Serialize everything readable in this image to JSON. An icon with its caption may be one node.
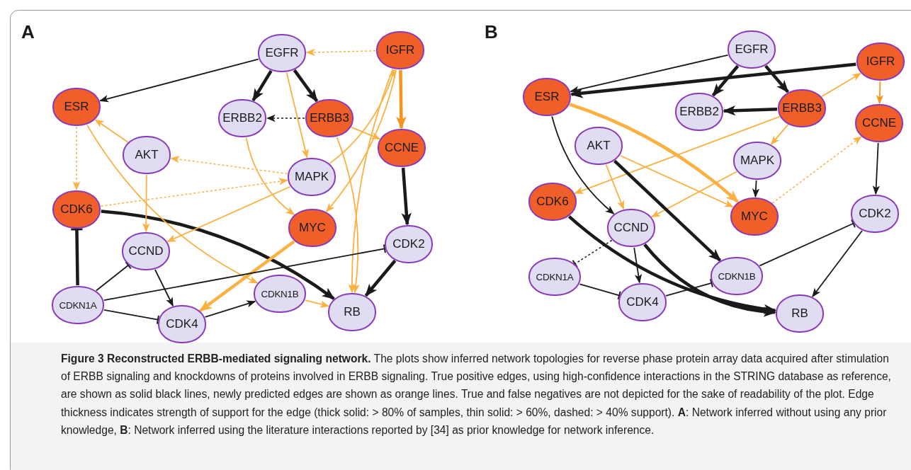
{
  "diagram": {
    "caption": "**Figure 3 Reconstructed ERBB-mediated signaling network.** The plots show inferred network topologies for reverse phase protein array data acquired after stimulation of ERBB signaling and knockdowns of proteins involved in ERBB signaling. True positive edges, using high-confidence interactions in the STRING database as reference, are shown as solid black lines, newly predicted edges are shown as orange lines. True and false negatives are not depicted for the sake of readability of the plot. Edge thickness indicates strength of support for the edge (thick solid: > 80% of samples, thin solid: > 60%, dashed: > 40% support). **A**: Network inferred without using any prior knowledge, **B**: Network inferred using the literature interactions reported by [34] as prior knowledge for network inference.",
    "labels": [
      "A",
      "B"
    ],
    "nodes": [
      {
        "text": [
          "EGFR"
        ]
      },
      {
        "text": [
          "IGFR"
        ]
      },
      {
        "text": [
          "ESR"
        ]
      },
      {
        "text": [
          "ERBB2"
        ]
      },
      {
        "text": [
          "ERBB3"
        ]
      },
      {
        "text": [
          "CCNE"
        ]
      },
      {
        "text": [
          "AKT"
        ]
      },
      {
        "text": [
          "MAPK"
        ]
      },
      {
        "text": [
          "CDK6"
        ]
      },
      {
        "text": [
          "MYC"
        ]
      },
      {
        "text": [
          "CDK2"
        ]
      },
      {
        "text": [
          "CCND"
        ]
      },
      {
        "text": [
          "CDKN1B"
        ]
      },
      {
        "text": [
          "CDKN1A"
        ]
      },
      {
        "text": [
          "RB"
        ]
      },
      {
        "text": [
          "CDK4"
        ]
      },
      {
        "text": [
          "EGFR"
        ]
      },
      {
        "text": [
          "IGFR"
        ]
      },
      {
        "text": [
          "ESR"
        ]
      },
      {
        "text": [
          "ERBB3"
        ]
      },
      {
        "text": [
          "ERBB2"
        ]
      },
      {
        "text": [
          "CCNE"
        ]
      },
      {
        "text": [
          "AKT"
        ]
      },
      {
        "text": [
          "MAPK"
        ]
      },
      {
        "text": [
          "CDK6"
        ]
      },
      {
        "text": [
          "CDK2"
        ]
      },
      {
        "text": [
          "MYC"
        ]
      },
      {
        "text": [
          "CCND"
        ]
      },
      {
        "text": [
          "CDKN1B"
        ]
      },
      {
        "text": [
          "CDKN1A"
        ]
      },
      {
        "text": [
          "CDK4"
        ]
      },
      {
        "text": [
          "RB"
        ]
      }
    ],
    "edges": [
      {
        "from": 0,
        "to": 2,
        "arrow": "to"
      },
      {
        "from": 0,
        "to": 3,
        "arrow": "to",
        "style": "thick"
      },
      {
        "from": 0,
        "to": 4,
        "arrow": "to",
        "style": "thick"
      },
      {
        "from": 1,
        "to": 0,
        "arrow": "to",
        "style": "dashed",
        "color": "#fbb040"
      },
      {
        "from": 0,
        "to": 7,
        "arrow": "to",
        "color": "#fbb040"
      },
      {
        "from": 4,
        "to": 3,
        "arrow": "to",
        "style": "dashed"
      },
      {
        "from": 1,
        "to": 5,
        "arrow": "to",
        "style": "thick",
        "color": "#f7941d"
      },
      {
        "from": 4,
        "to": 5,
        "arrow": "to",
        "color": "#fbb040"
      },
      {
        "from": 4,
        "to": 14,
        "arrow": "to",
        "color": "#fbb040"
      },
      {
        "from": 1,
        "to": 14,
        "arrow": "to",
        "color": "#fbb040"
      },
      {
        "from": 7,
        "to": 1,
        "arrow": "to",
        "color": "#fbb040"
      },
      {
        "from": 1,
        "to": 9,
        "arrow": "to",
        "color": "#fbb040"
      },
      {
        "from": 3,
        "to": 9,
        "arrow": "to",
        "color": "#fbb040"
      },
      {
        "from": 5,
        "to": 10,
        "arrow": "to",
        "style": "thick"
      },
      {
        "from": 10,
        "to": 14,
        "arrow": "to",
        "style": "thick"
      },
      {
        "from": 8,
        "to": 14,
        "arrow": "to",
        "style": "thick"
      },
      {
        "from": 9,
        "to": 15,
        "arrow": "to",
        "style": "thick",
        "color": "#fbb040"
      },
      {
        "from": 13,
        "to": 8,
        "arrow": "other",
        "style": "thick"
      },
      {
        "from": 6,
        "to": 2,
        "arrow": "to",
        "color": "#fbb040"
      },
      {
        "from": 7,
        "to": 6,
        "arrow": "to",
        "style": "dashed",
        "color": "#fbb040"
      },
      {
        "from": 8,
        "to": 7,
        "arrow": "to",
        "style": "dashed",
        "color": "#fbb040"
      },
      {
        "from": 7,
        "to": 11,
        "arrow": "to",
        "color": "#fbb040"
      },
      {
        "from": 6,
        "to": 11,
        "arrow": "to",
        "color": "#fbb040"
      },
      {
        "from": 2,
        "to": 8,
        "arrow": "to",
        "style": "dashed",
        "color": "#fbb040"
      },
      {
        "from": 2,
        "to": 12,
        "arrow": "to",
        "color": "#fbb040"
      },
      {
        "from": 12,
        "to": 14,
        "arrow": "to",
        "color": "#fbb040"
      },
      {
        "from": 13,
        "to": 11,
        "arrow": "other"
      },
      {
        "from": 11,
        "to": 15,
        "arrow": "to"
      },
      {
        "from": 13,
        "to": 10,
        "arrow": "other"
      },
      {
        "from": 13,
        "to": 15,
        "arrow": "other"
      },
      {
        "from": 15,
        "to": 12,
        "arrow": "to"
      },
      {
        "from": 16,
        "to": 18,
        "arrow": "to"
      },
      {
        "from": 17,
        "to": 18,
        "arrow": "to",
        "style": "thick"
      },
      {
        "from": 16,
        "to": 20,
        "arrow": "to",
        "style": "thick"
      },
      {
        "from": 16,
        "to": 19,
        "arrow": "to",
        "style": "thick"
      },
      {
        "from": 19,
        "to": 20,
        "arrow": "to",
        "style": "thick"
      },
      {
        "from": 17,
        "to": 21,
        "arrow": "to",
        "color": "#f7941d"
      },
      {
        "from": 19,
        "to": 17,
        "arrow": "to",
        "color": "#fbb040"
      },
      {
        "from": 19,
        "to": 23,
        "arrow": "to",
        "color": "#fbb040"
      },
      {
        "from": 19,
        "to": 24,
        "arrow": "to",
        "color": "#fbb040"
      },
      {
        "from": 18,
        "to": 26,
        "arrow": "to",
        "style": "thick",
        "color": "#fbb040"
      },
      {
        "from": 22,
        "to": 26,
        "arrow": "to",
        "color": "#fbb040"
      },
      {
        "from": 22,
        "to": 27,
        "arrow": "to",
        "color": "#fbb040"
      },
      {
        "from": 23,
        "to": 27,
        "arrow": "to",
        "color": "#fbb040"
      },
      {
        "from": 23,
        "to": 26,
        "arrow": "to"
      },
      {
        "from": 26,
        "to": 21,
        "arrow": "to",
        "style": "dashed",
        "color": "#fbb040"
      },
      {
        "from": 21,
        "to": 25,
        "arrow": "to"
      },
      {
        "from": 25,
        "to": 31,
        "arrow": "to"
      },
      {
        "from": 28,
        "to": 25,
        "arrow": "other"
      },
      {
        "from": 22,
        "to": 28,
        "arrow": "to",
        "style": "thick"
      },
      {
        "from": 18,
        "to": 27,
        "arrow": "to"
      },
      {
        "from": 24,
        "to": 31,
        "arrow": "to",
        "style": "thick"
      },
      {
        "from": 27,
        "to": 31,
        "arrow": "to",
        "style": "thick"
      },
      {
        "from": 27,
        "to": 30,
        "arrow": "to"
      },
      {
        "from": 27,
        "to": 29,
        "arrow": "other",
        "style": "dashed"
      },
      {
        "from": 29,
        "to": 30,
        "arrow": "other"
      },
      {
        "from": 30,
        "to": 28,
        "arrow": "other"
      }
    ]
  }
}
